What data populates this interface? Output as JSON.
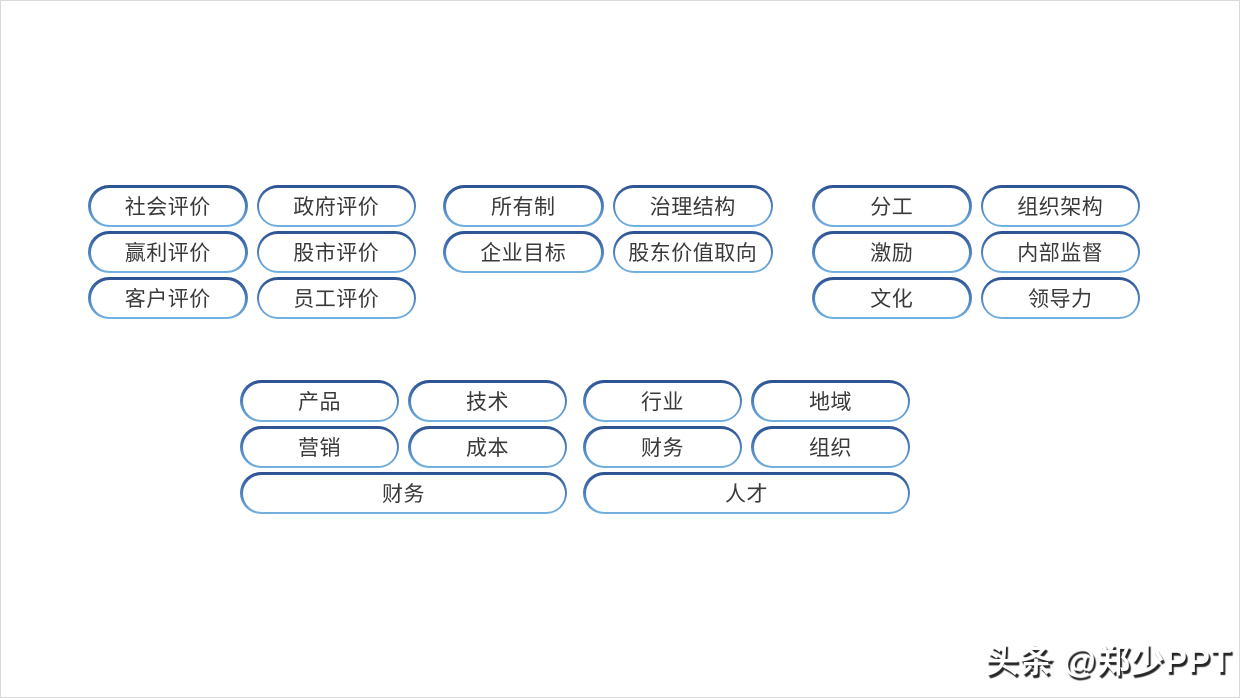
{
  "slide": {
    "background": "#ffffff",
    "border_color": "#d9d9d9"
  },
  "colors": {
    "pill_border_top": "#2d5191",
    "pill_border_bottom": "#74b2e2",
    "pill_fill": "#ffffff",
    "pill_text": "#3a3a3a",
    "watermark_fill": "#ffffff",
    "watermark_shadow": "#262626"
  },
  "groups": [
    {
      "name": "company-evaluation",
      "items": [
        "社会评价",
        "政府评价",
        "赢利评价",
        "股市评价",
        "客户评价",
        "员工评价"
      ]
    },
    {
      "name": "governance",
      "items": [
        "所有制",
        "治理结构",
        "企业目标",
        "股东价值取向"
      ]
    },
    {
      "name": "organization",
      "items": [
        "分工",
        "组织架构",
        "激励",
        "内部监督",
        "文化",
        "领导力"
      ]
    },
    {
      "name": "business-left",
      "items": [
        "产品",
        "技术",
        "营销",
        "成本"
      ],
      "wide_item": "财务"
    },
    {
      "name": "business-right",
      "items": [
        "行业",
        "地域",
        "财务",
        "组织"
      ],
      "wide_item": "人才"
    }
  ],
  "watermark": {
    "text": "头条 @郑少PPT"
  }
}
